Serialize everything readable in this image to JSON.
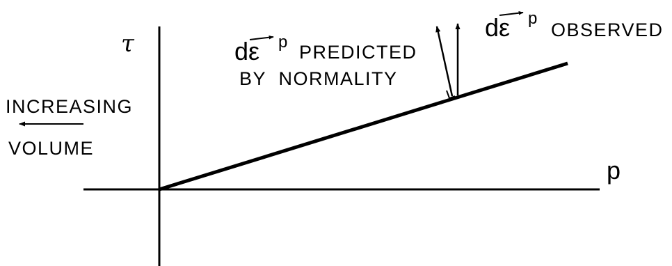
{
  "axes": {
    "y_label": "τ",
    "x_label": "p"
  },
  "left_note": {
    "line1": "INCREASING",
    "line2": "VOLUME"
  },
  "predicted": {
    "symbol": "dε",
    "superscript": "p",
    "line1": "PREDICTED",
    "line2": "BY  NORMALITY"
  },
  "observed": {
    "symbol": "dε",
    "superscript": "p",
    "label": "OBSERVED"
  },
  "colors": {
    "ink": "#000000",
    "background": "#ffffff"
  }
}
